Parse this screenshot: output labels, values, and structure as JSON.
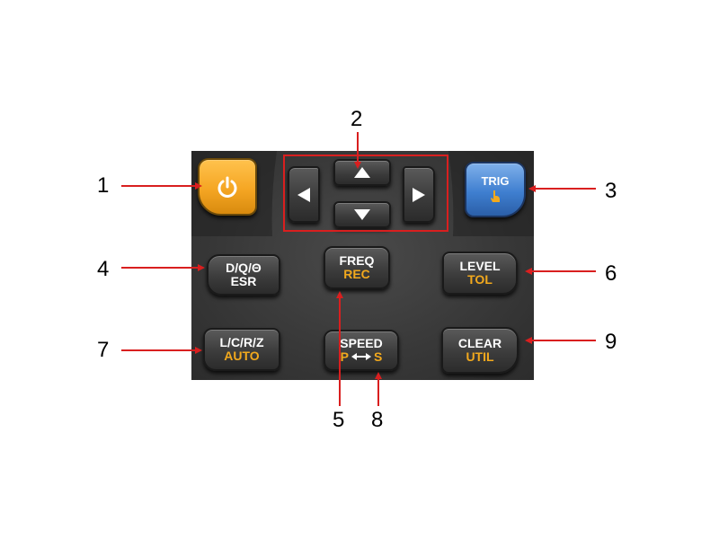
{
  "keys": {
    "power": {
      "icon": "power-icon"
    },
    "trig": {
      "label": "TRIG",
      "icon": "hand-pointer-icon"
    },
    "dq": {
      "top": "D/Q/Θ",
      "sub": "ESR"
    },
    "freq": {
      "top": "FREQ",
      "sub": "REC"
    },
    "level": {
      "top": "LEVEL",
      "sub": "TOL"
    },
    "lcrz": {
      "top": "L/C/R/Z",
      "sub": "AUTO"
    },
    "speed": {
      "top": "SPEED",
      "sub_left": "P",
      "sub_right": "S"
    },
    "clear": {
      "top": "CLEAR",
      "sub": "UTIL"
    }
  },
  "callouts": [
    "1",
    "2",
    "3",
    "4",
    "5",
    "6",
    "7",
    "8",
    "9"
  ],
  "colors": {
    "accent_orange": "#f2a91d",
    "power_key": "#f5a623",
    "trig_key": "#3f7fd0",
    "callout_line": "#d91f1f",
    "panel": "#3a3a3a"
  }
}
